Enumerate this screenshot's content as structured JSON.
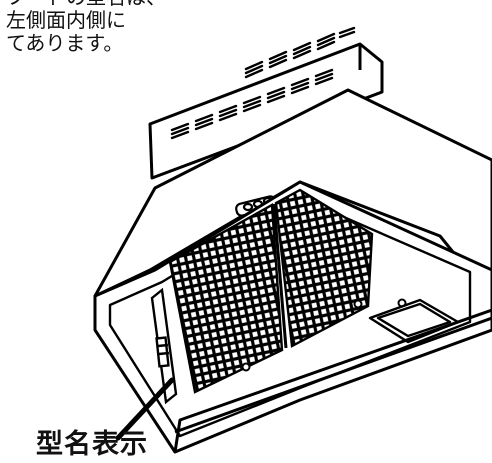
{
  "note": {
    "lines": [
      "フードの型名は、",
      "左側面内側に",
      "てあります。"
    ]
  },
  "callout": {
    "label": "型名表示"
  }
}
